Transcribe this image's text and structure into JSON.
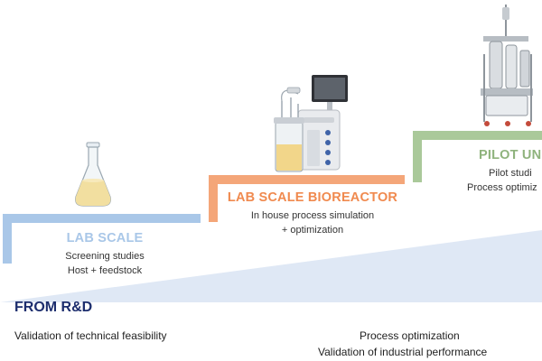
{
  "stages": [
    {
      "title": "LAB SCALE",
      "lines": [
        "Screening studies",
        "Host + feedstock"
      ],
      "color": "#a9c7e8"
    },
    {
      "title": "LAB SCALE BIOREACTOR",
      "lines": [
        "In house process simulation",
        "+ optimization"
      ],
      "color": "#f4a679"
    },
    {
      "title": "PILOT UN",
      "lines": [
        "Pilot studi",
        "Process optimiz"
      ],
      "color": "#aac99a"
    }
  ],
  "rd": {
    "heading": "FROM R&D",
    "text": "Validation of technical feasibility"
  },
  "process": {
    "line1": "Process optimization",
    "line2": "Validation of industrial performance"
  },
  "icons": [
    "flask-icon",
    "bioreactor-icon",
    "pilot-unit-icon"
  ]
}
